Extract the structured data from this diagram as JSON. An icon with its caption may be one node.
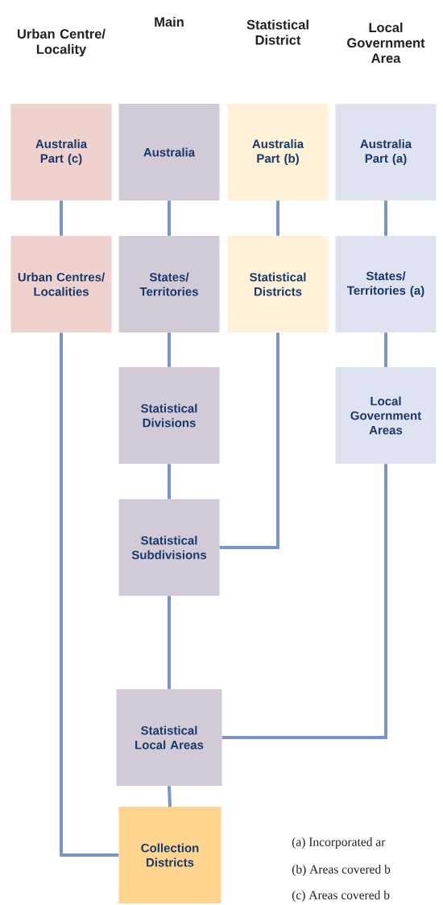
{
  "diagram": {
    "nodes": [
      {
        "text": [
          "Australia Part (c)"
        ]
      },
      {
        "text": [
          "Australia"
        ]
      },
      {
        "text": [
          "Australia Part (b)"
        ]
      },
      {
        "text": [
          "Australia Part (a)"
        ]
      },
      {
        "text": [
          "Urban Centres/ Localities"
        ]
      },
      {
        "text": [
          "States/ Territories"
        ]
      },
      {
        "text": [
          "Statistical Districts"
        ]
      },
      {
        "text": [
          "States/ Territories (a)"
        ]
      },
      {
        "text": [
          "Statistical Divisions"
        ]
      },
      {
        "text": [
          "Local Government Areas"
        ]
      },
      {
        "text": [
          "Statistical Subdivisions"
        ]
      },
      {
        "text": [
          "Statistical Local Areas"
        ]
      },
      {
        "text": [
          "Collection Districts"
        ]
      }
    ],
    "edges": [
      {
        "from": 0,
        "to": 4,
        "arrow": "none"
      },
      {
        "from": 4,
        "to": 12,
        "arrow": "none"
      },
      {
        "from": 1,
        "to": 5,
        "arrow": "none"
      },
      {
        "from": 5,
        "to": 8,
        "arrow": "none"
      },
      {
        "from": 8,
        "to": 10,
        "arrow": "none"
      },
      {
        "from": 10,
        "to": 11,
        "arrow": "none"
      },
      {
        "from": 11,
        "to": 12,
        "arrow": "none"
      },
      {
        "from": 2,
        "to": 6,
        "arrow": "none"
      },
      {
        "from": 6,
        "to": 10,
        "arrow": "none"
      },
      {
        "from": 3,
        "to": 7,
        "arrow": "none"
      },
      {
        "from": 7,
        "to": 9,
        "arrow": "none"
      },
      {
        "from": 9,
        "to": 11,
        "arrow": "none"
      }
    ],
    "labels": [
      "Urban Centre/ Locality",
      "Main",
      "Statistical District",
      "Local Government Area",
      "(a) Incorporated ar",
      "(b) Areas covered b",
      "(c) Areas covered b"
    ]
  }
}
